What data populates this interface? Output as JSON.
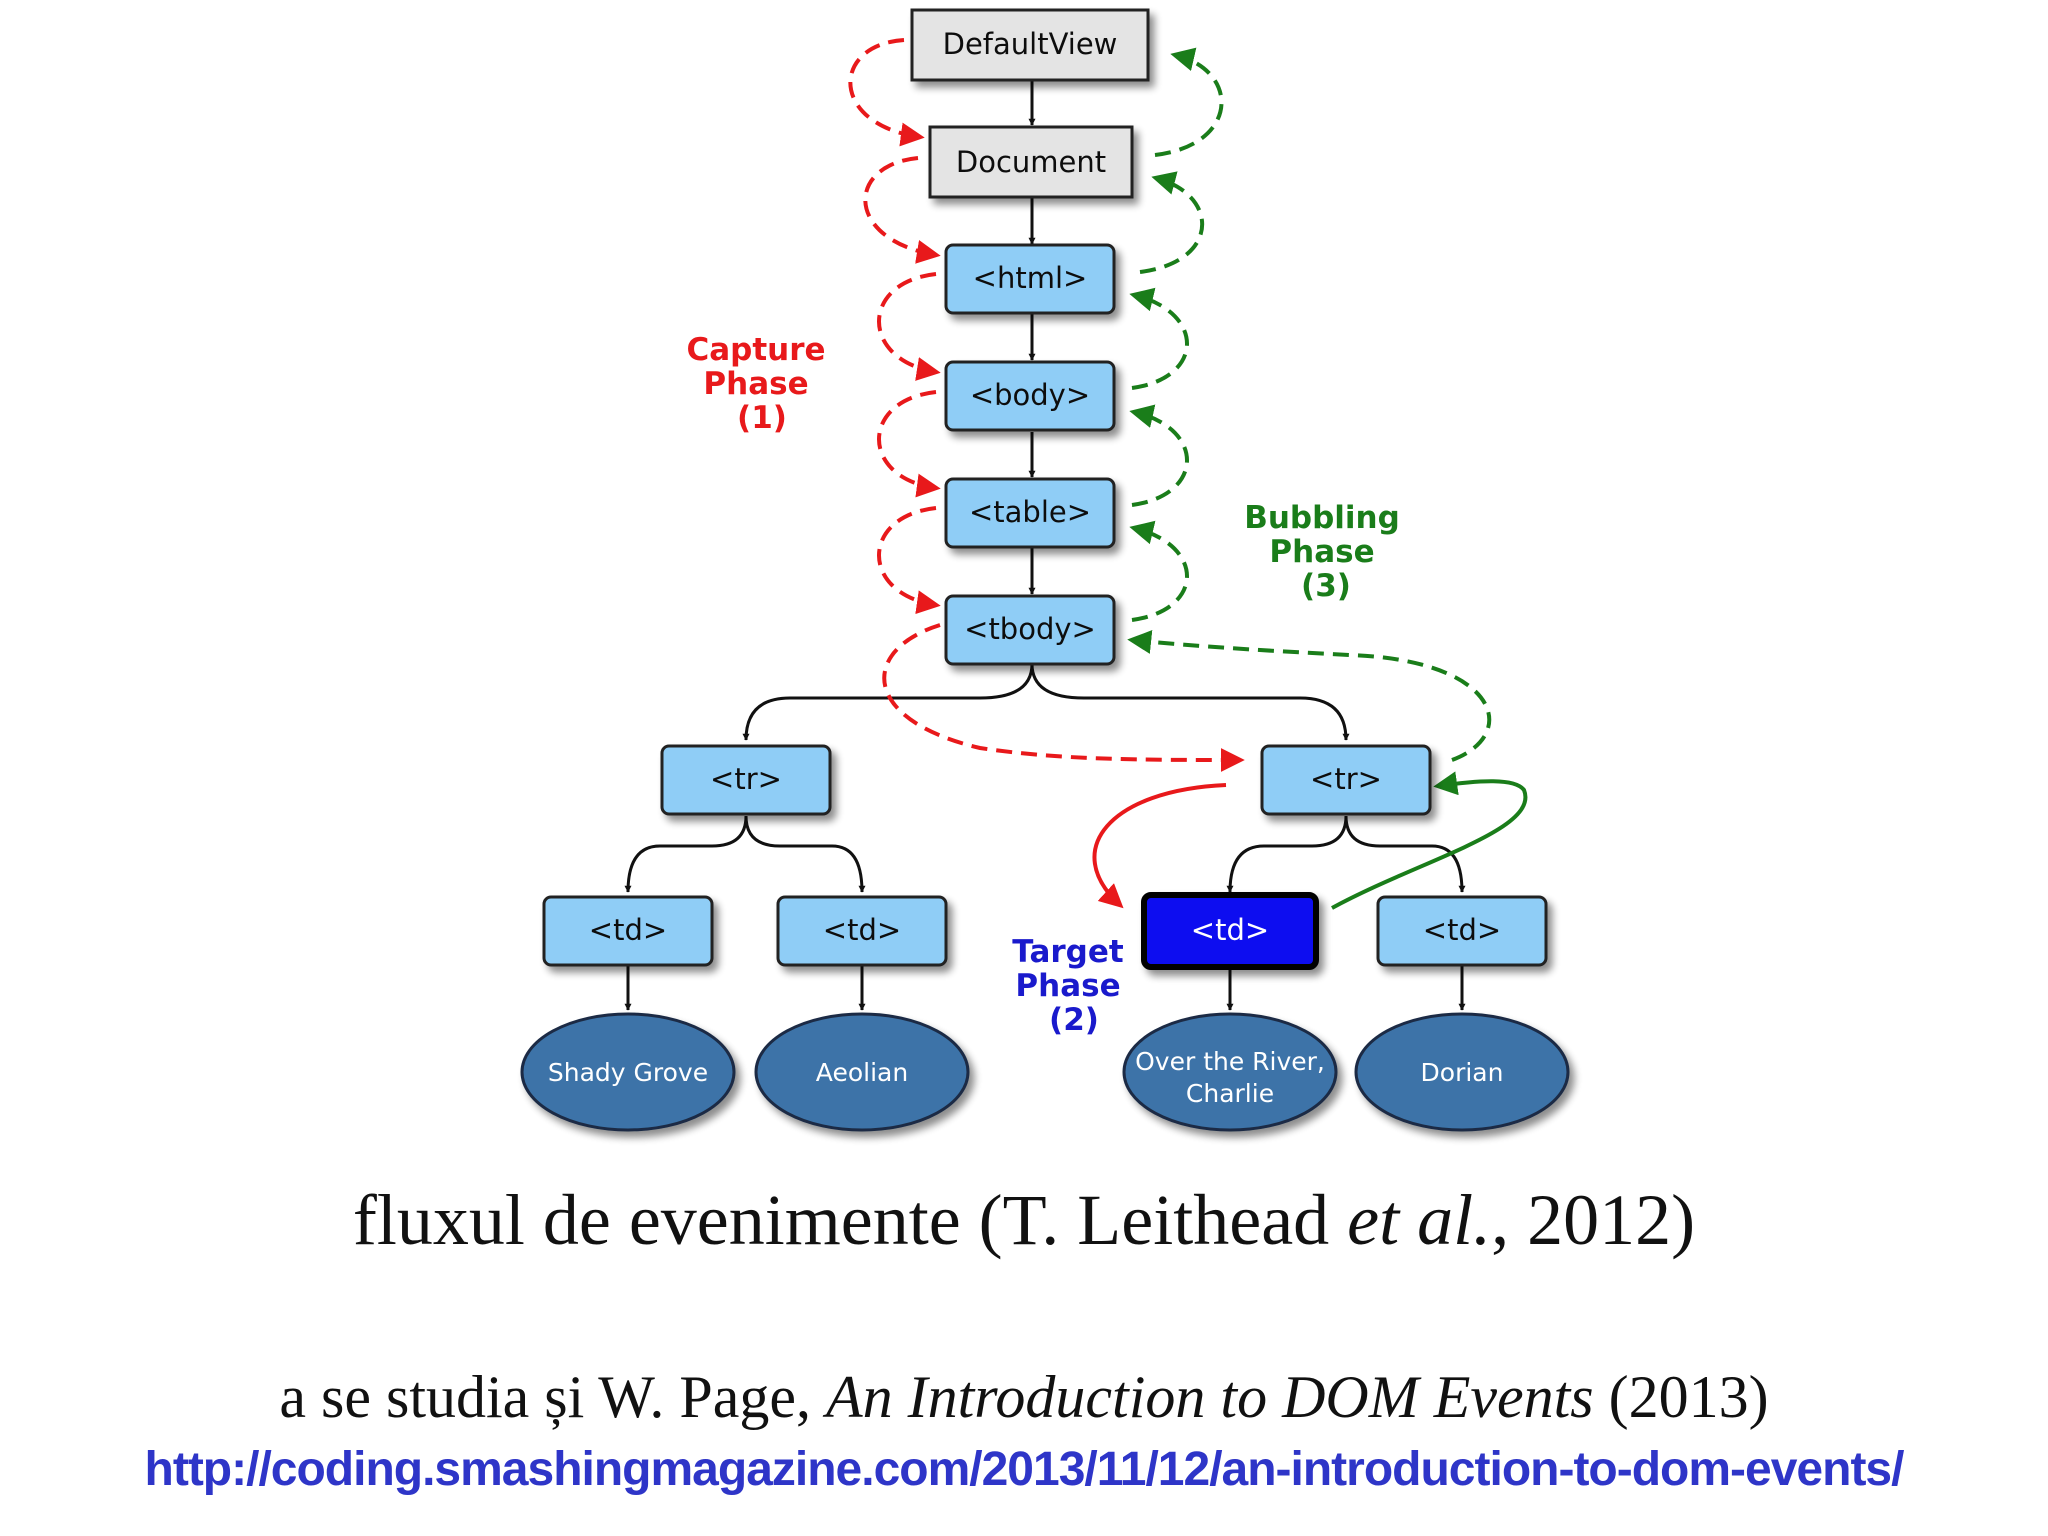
{
  "diagram": {
    "nodes": {
      "defaultview": "DefaultView",
      "document": "Document",
      "html": "<html>",
      "body": "<body>",
      "table": "<table>",
      "tbody": "<tbody>",
      "tr_left": "<tr>",
      "tr_right": "<tr>",
      "td_1": "<td>",
      "td_2": "<td>",
      "td_target": "<td>",
      "td_4": "<td>"
    },
    "leaves": {
      "shady_grove": "Shady Grove",
      "aeolian": "Aeolian",
      "over_the_river_line1": "Over the River,",
      "over_the_river_line2": "Charlie",
      "dorian": "Dorian"
    },
    "phases": {
      "capture": {
        "line1": "Capture",
        "line2": "Phase",
        "line3": "(1)"
      },
      "target": {
        "line1": "Target",
        "line2": "Phase",
        "line3": "(2)"
      },
      "bubbling": {
        "line1": "Bubbling",
        "line2": "Phase",
        "line3": "(3)"
      }
    },
    "colors": {
      "capture": "#e8191b",
      "bubbling": "#1a7d1a",
      "target": "#1a1acc",
      "box_fill": "#8fcdf6",
      "box_gray": "#e4e4e4",
      "leaf_fill": "#3c73a8"
    }
  },
  "caption": {
    "main_prefix": "fluxul de evenimente (T. Leithead ",
    "main_italic": "et al.",
    "main_suffix": ", 2012)",
    "ref_prefix": "a se studia și W. Page, ",
    "ref_italic": "An Introduction to DOM Events",
    "ref_suffix": " (2013)",
    "link": "http://coding.smashingmagazine.com/2013/11/12/an-introduction-to-dom-events/"
  }
}
